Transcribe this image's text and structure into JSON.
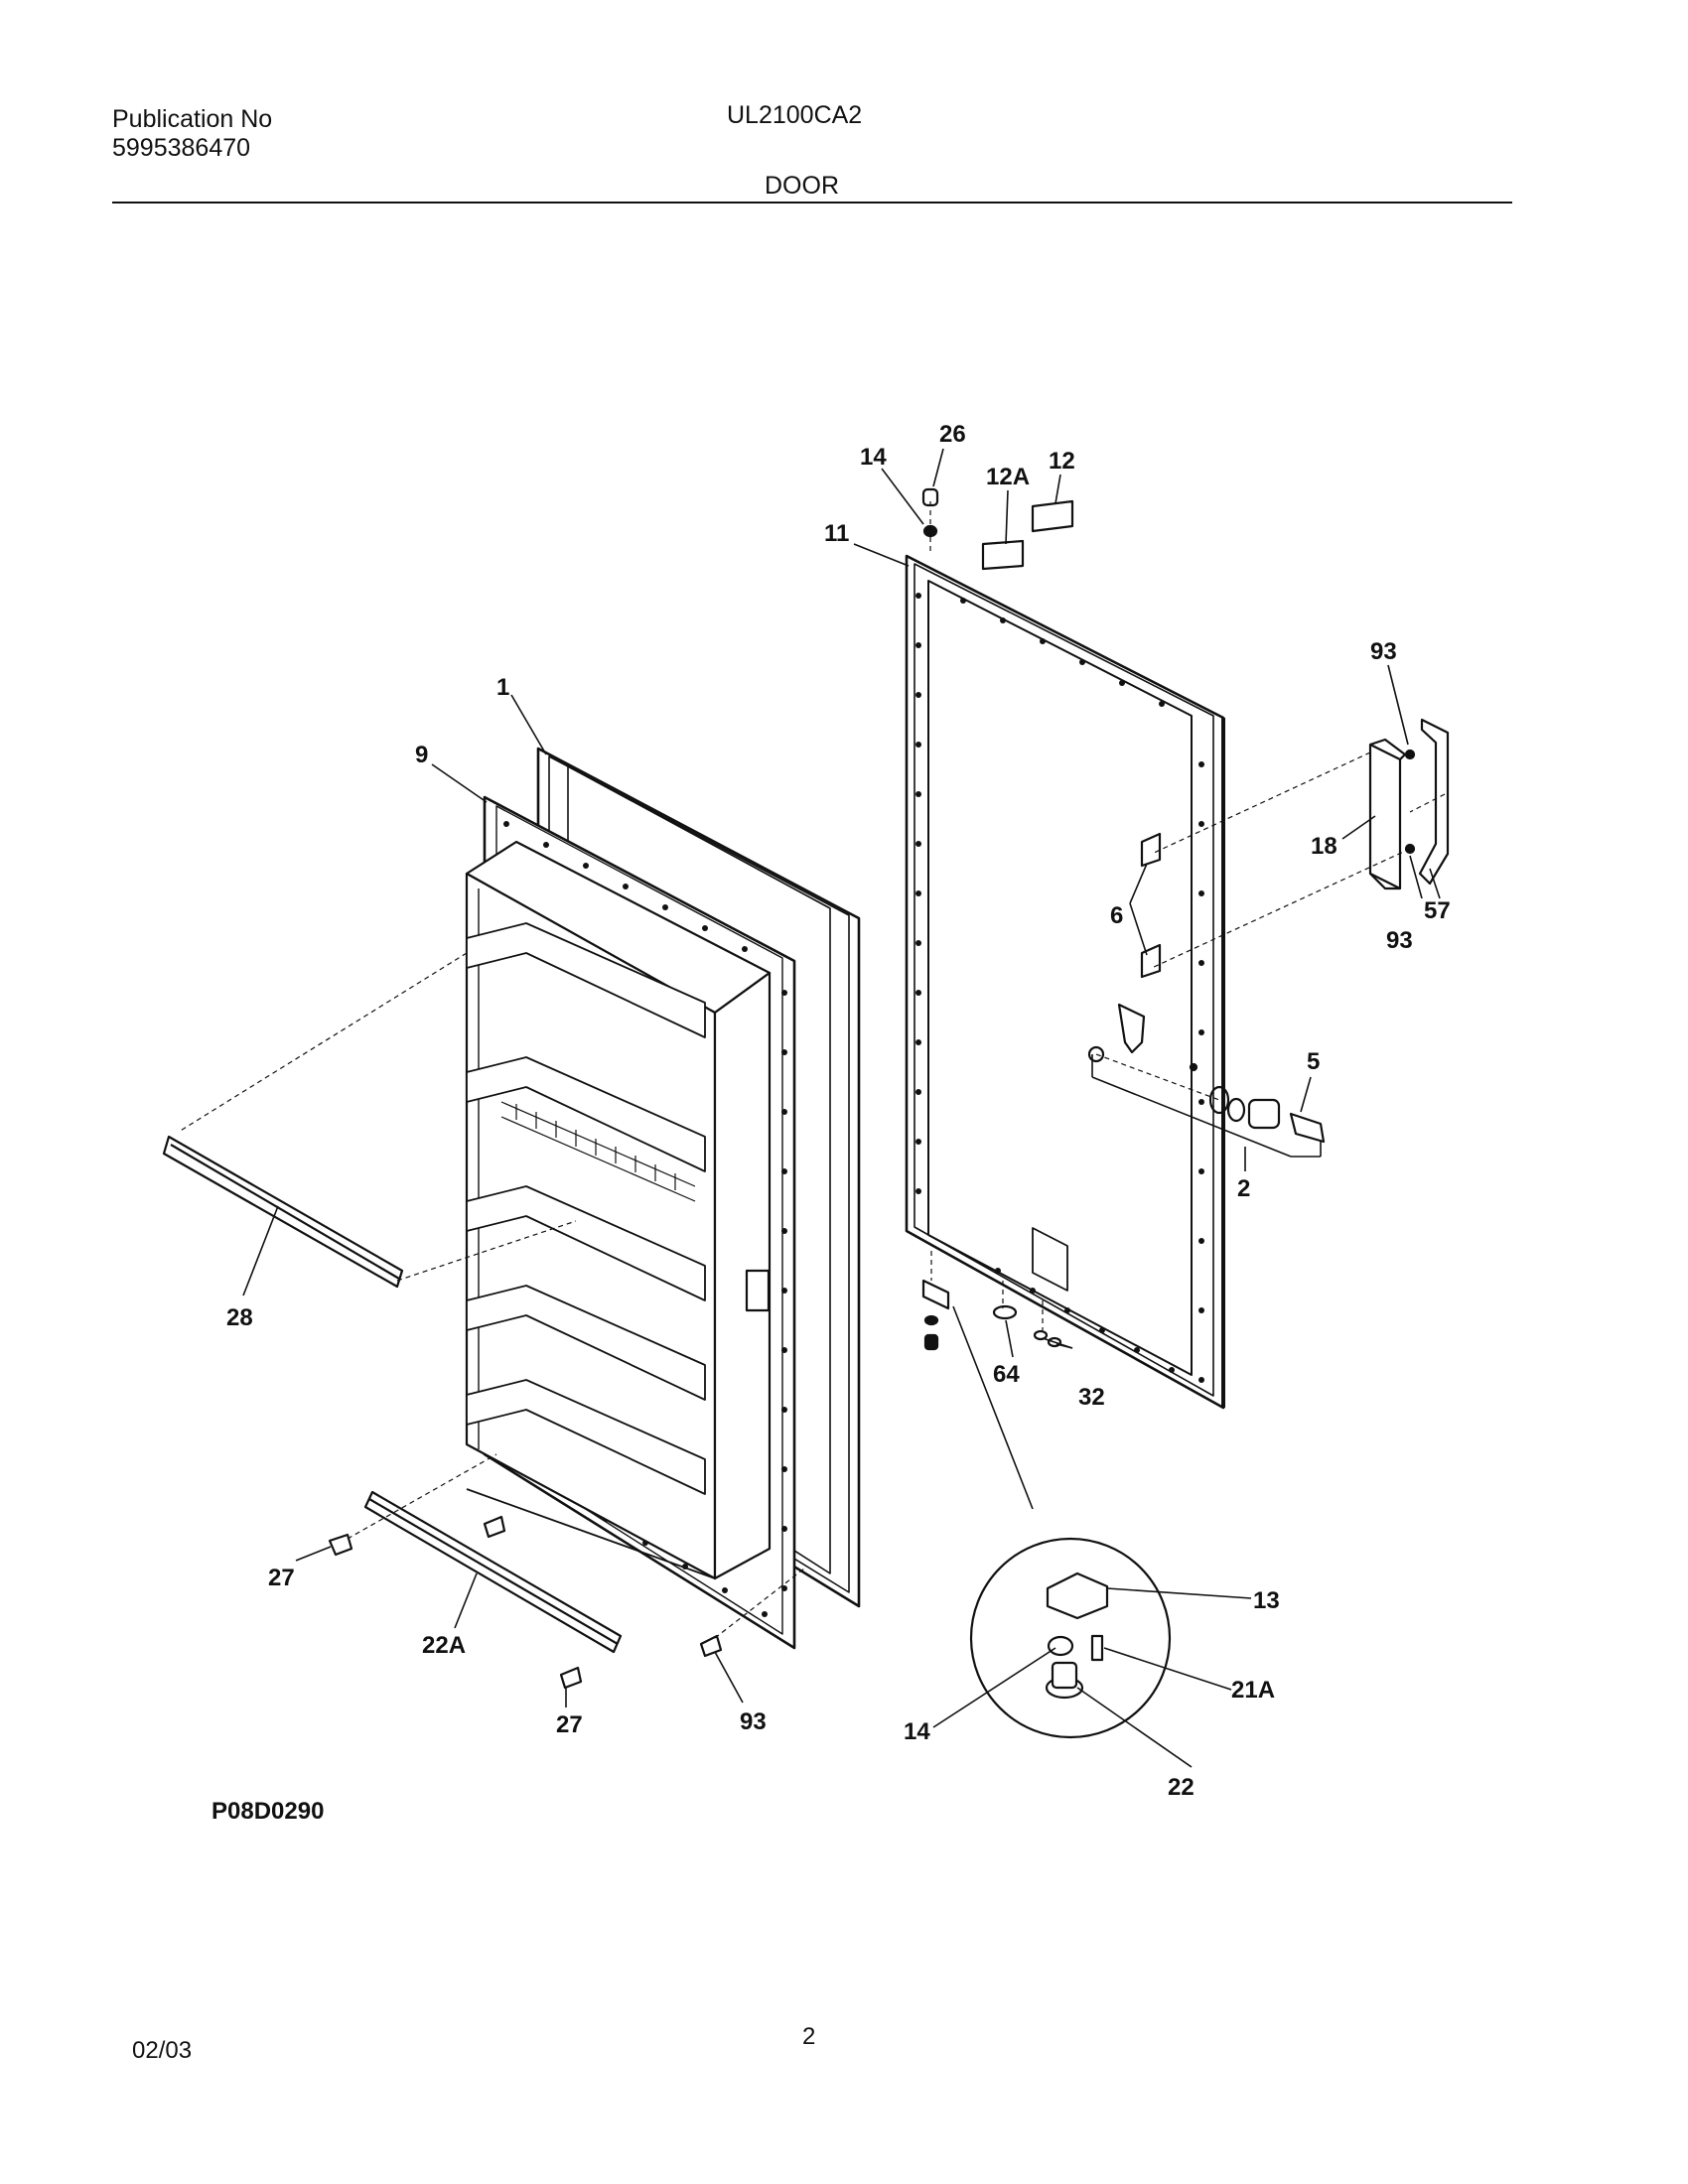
{
  "header": {
    "publication_label": "Publication No",
    "publication_number": "5995386470",
    "model": "UL2100CA2",
    "section": "DOOR"
  },
  "diagram": {
    "figure_code": "P08D0290",
    "callouts": [
      "1",
      "2",
      "5",
      "6",
      "9",
      "11",
      "12",
      "12A",
      "13",
      "14",
      "14",
      "18",
      "21A",
      "22",
      "22A",
      "26",
      "27",
      "27",
      "28",
      "32",
      "57",
      "64",
      "93",
      "93",
      "93"
    ]
  },
  "footer": {
    "date": "02/03",
    "page": "2"
  }
}
